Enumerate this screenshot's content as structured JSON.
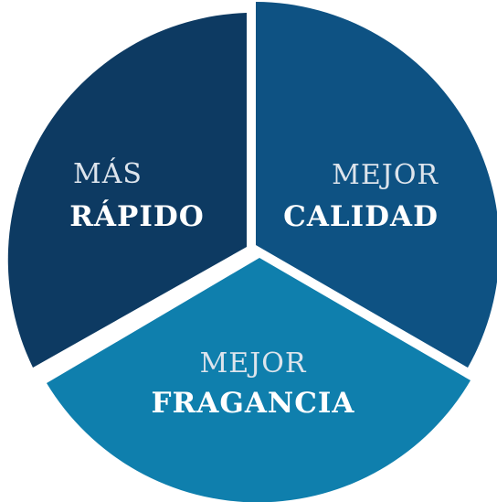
{
  "segments": [
    {
      "id": "rapido",
      "line1": "MÁS",
      "line2": "RÁPIDO",
      "color": "#0d3a62"
    },
    {
      "id": "calidad",
      "line1": "MEJOR",
      "line2": "CALIDAD",
      "color": "#0e5283"
    },
    {
      "id": "fragancia",
      "line1": "MEJOR",
      "line2": "FRAGANCIA",
      "color": "#0f7fad"
    }
  ]
}
